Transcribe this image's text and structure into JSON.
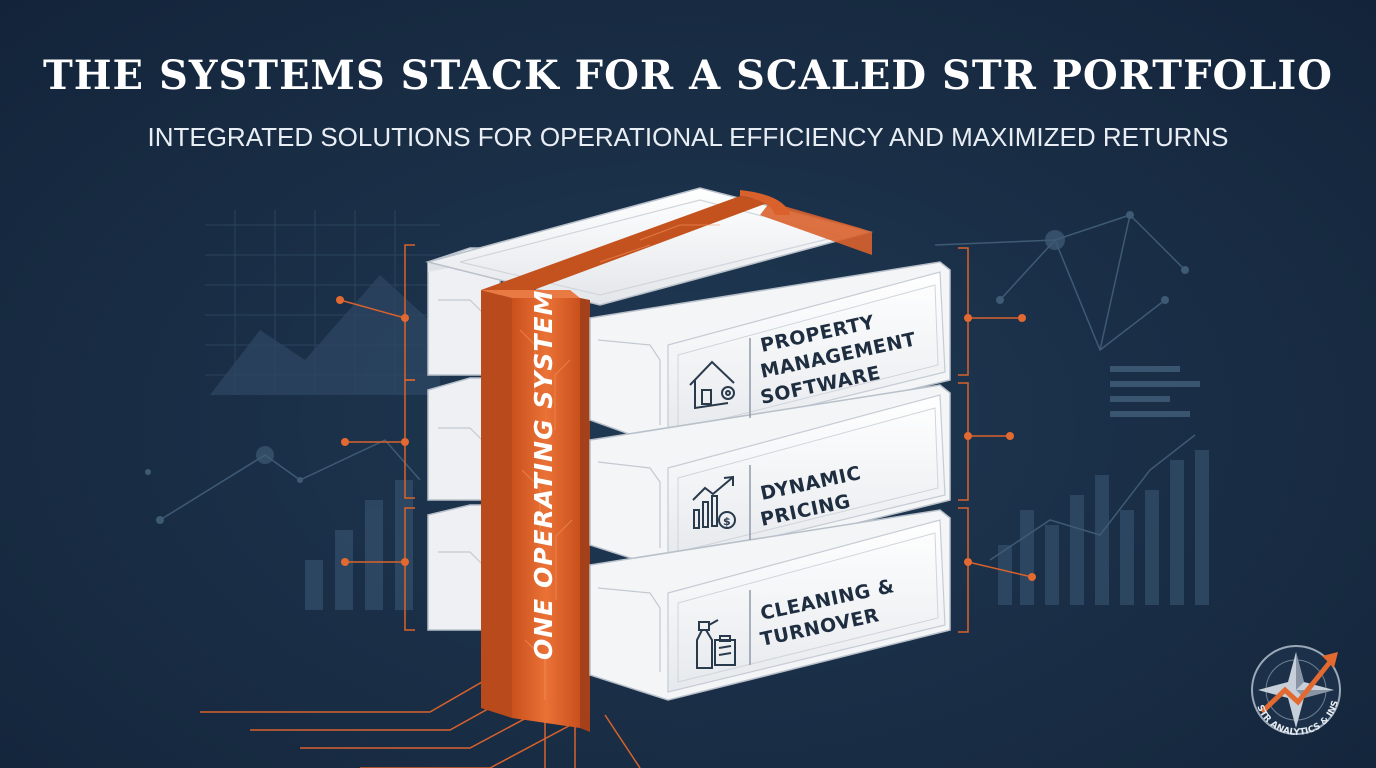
{
  "header": {
    "title": "THE SYSTEMS STACK FOR A SCALED STR PORTFOLIO",
    "subtitle": "INTEGRATED SOLUTIONS FOR OPERATIONAL EFFICIENCY AND MAXIMIZED RETURNS"
  },
  "band": {
    "label": "ONE OPERATING SYSTEM"
  },
  "layers": [
    {
      "label_lines": [
        "PROPERTY",
        "MANAGEMENT",
        "SOFTWARE"
      ],
      "icon": "house-gear-icon"
    },
    {
      "label_lines": [
        "DYNAMIC",
        "PRICING"
      ],
      "icon": "chart-dollar-icon"
    },
    {
      "label_lines": [
        "CLEANING &",
        "TURNOVER"
      ],
      "icon": "spray-clipboard-icon"
    }
  ],
  "logo": {
    "text": "STR ANALYTICS & INSIGHTS",
    "icon": "compass-arrow-icon"
  },
  "colors": {
    "background": "#1b3049",
    "accent_orange": "#e2692f",
    "box_white": "#f4f5f7",
    "text_dark": "#1e2e40"
  }
}
